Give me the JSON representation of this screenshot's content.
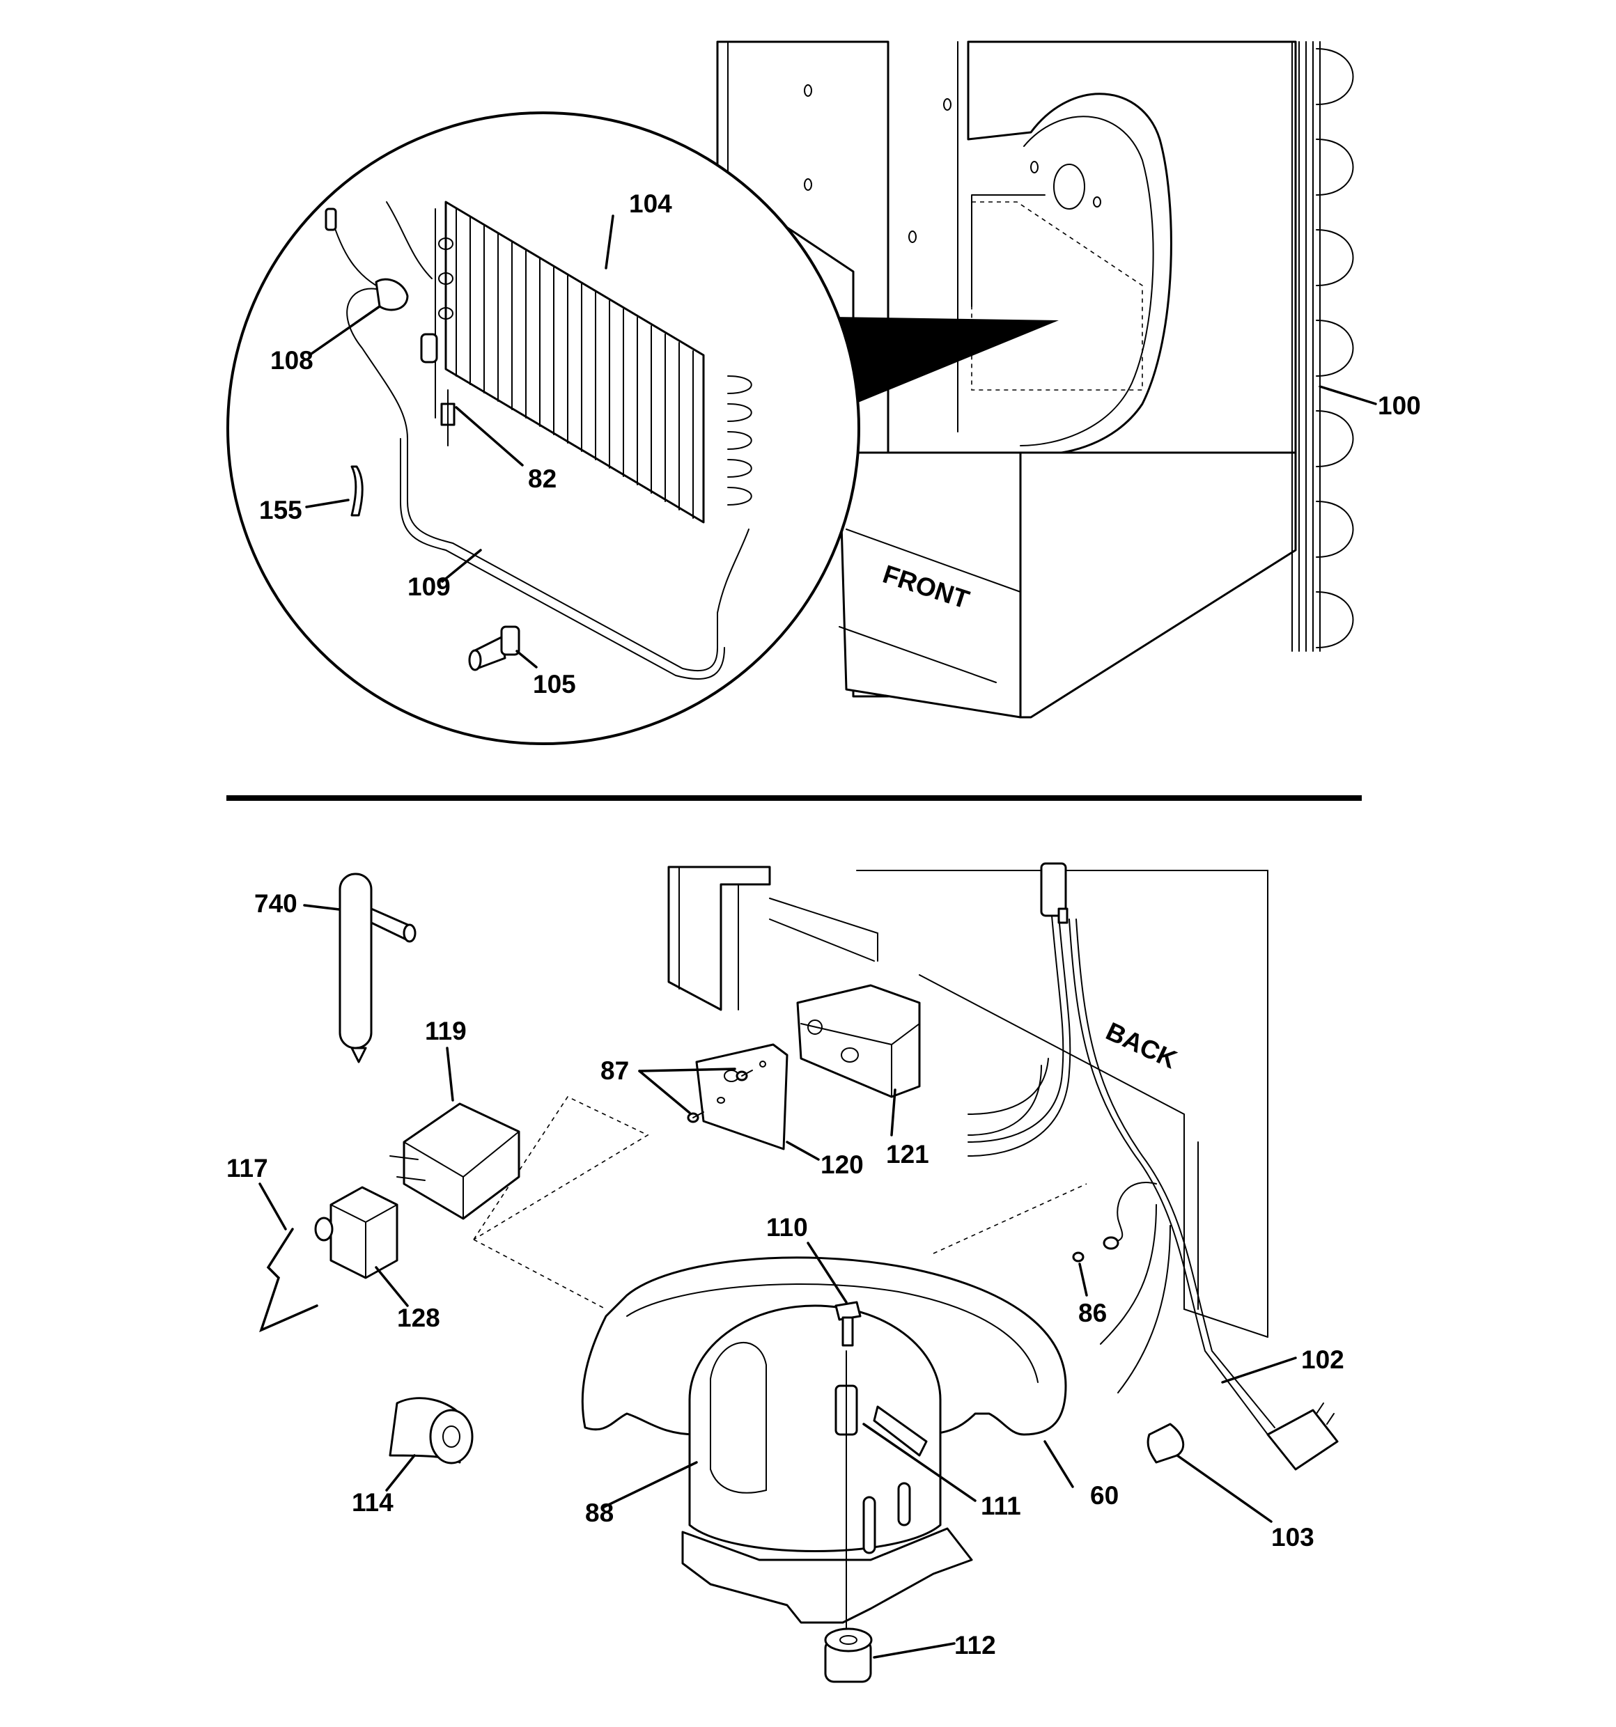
{
  "colors": {
    "ink": "#000000",
    "paper": "#ffffff"
  },
  "labels": {
    "front": "FRONT",
    "back": "BACK"
  },
  "parts": {
    "p100": "100",
    "p104": "104",
    "p108": "108",
    "p82": "82",
    "p155": "155",
    "p109": "109",
    "p105": "105",
    "p740": "740",
    "p119": "119",
    "p87": "87",
    "p121": "121",
    "p120": "120",
    "p117": "117",
    "p128": "128",
    "p110": "110",
    "p86": "86",
    "p102": "102",
    "p114": "114",
    "p88": "88",
    "p111": "111",
    "p60": "60",
    "p103": "103",
    "p112": "112"
  }
}
